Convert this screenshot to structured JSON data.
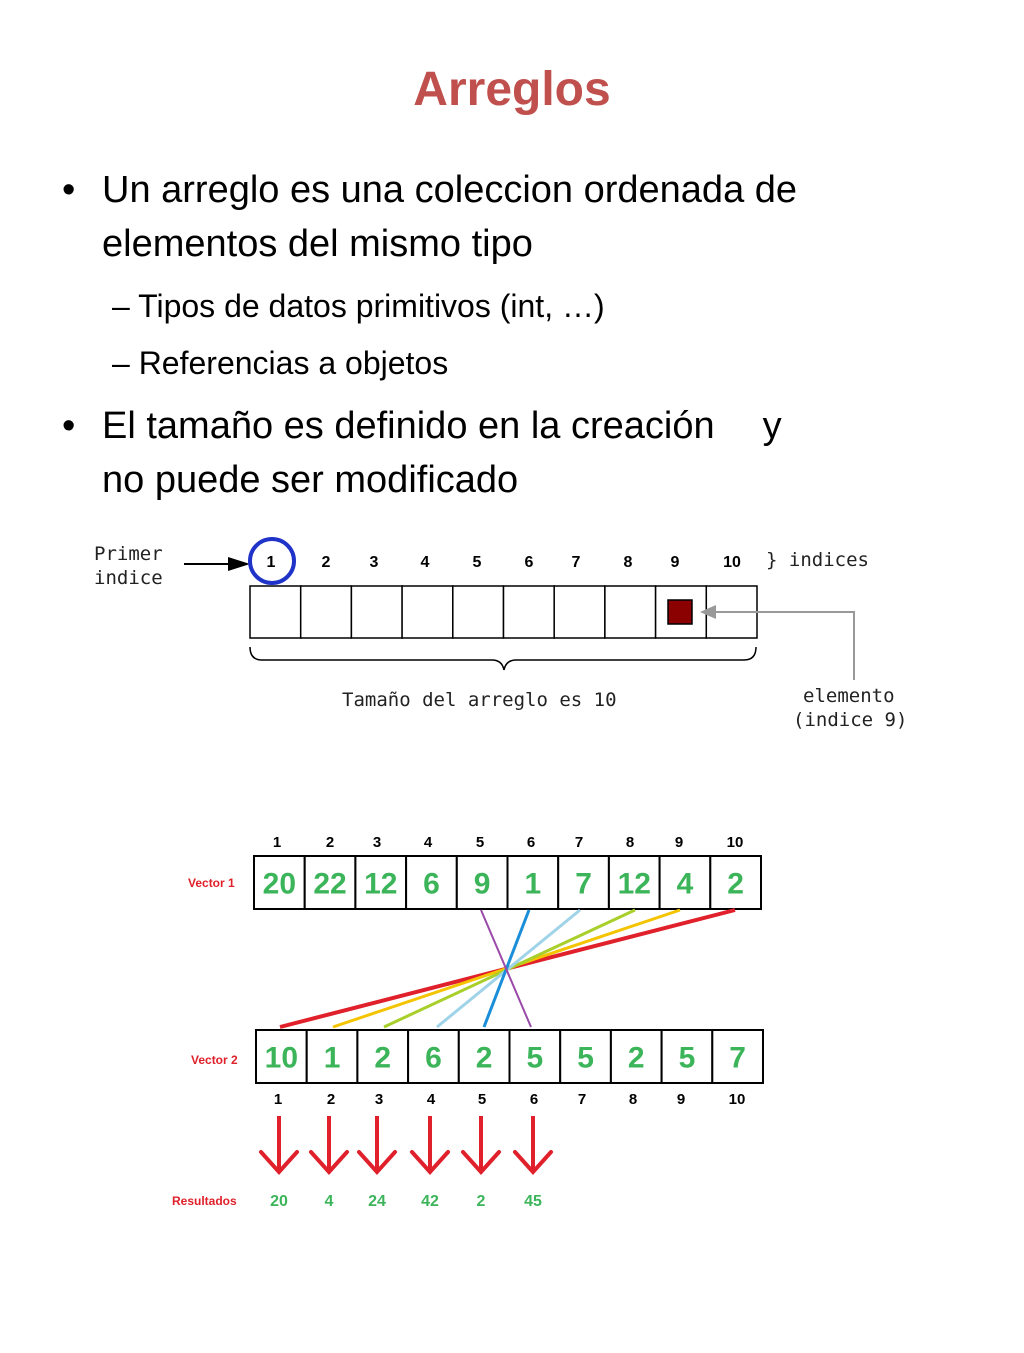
{
  "slide": {
    "title": "Arreglos",
    "bullets": [
      {
        "text": "Un arreglo es una coleccion ordenada de elementos del mismo tipo",
        "line1": "Un arreglo es una coleccion ordenada de",
        "line2": "elementos del mismo tipo"
      },
      {
        "text": "El tamaño es definido en la creación    y no puede ser modificado",
        "line1": "El tamaño es definido en la creación",
        "line1b": "y",
        "line2": "no puede ser modificado"
      }
    ],
    "sub_bullets": [
      "Tipos de datos primitivos (int, …)",
      "Referencias a objetos"
    ],
    "bullet_glyph": "•",
    "dash_glyph": "–"
  },
  "diagram1": {
    "first_index_label_1": "Primer",
    "first_index_label_2": "indice",
    "indices": [
      "1",
      "2",
      "3",
      "4",
      "5",
      "6",
      "7",
      "8",
      "9",
      "10"
    ],
    "indices_brace_label": "} indices",
    "size_label": "Tamaño del arreglo es 10",
    "element_label_1": "elemento",
    "element_label_2": "(indice 9)",
    "highlighted_index": 9,
    "colors": {
      "circle": "#1f33c8",
      "element": "#8b0000"
    }
  },
  "diagram2": {
    "vector1_label": "Vector 1",
    "vector2_label": "Vector 2",
    "results_label": "Resultados",
    "top_indices": [
      "1",
      "2",
      "3",
      "4",
      "5",
      "6",
      "7",
      "8",
      "9",
      "10"
    ],
    "bottom_indices": [
      "1",
      "2",
      "3",
      "4",
      "5",
      "6",
      "7",
      "8",
      "9",
      "10"
    ],
    "vector1": [
      "20",
      "22",
      "12",
      "6",
      "9",
      "1",
      "7",
      "12",
      "4",
      "2"
    ],
    "vector2": [
      "10",
      "1",
      "2",
      "6",
      "2",
      "5",
      "5",
      "2",
      "5",
      "7"
    ],
    "results": [
      "20",
      "4",
      "24",
      "42",
      "2",
      "45"
    ],
    "colors": {
      "value": "#3cb55a",
      "label": "#e0202a",
      "arrow": "#e0202a"
    },
    "line_colors": [
      "#e0202a",
      "#f5c400",
      "#a8cf2a",
      "#9fd3e8",
      "#1a8ed8",
      "#9a4aa8"
    ]
  }
}
